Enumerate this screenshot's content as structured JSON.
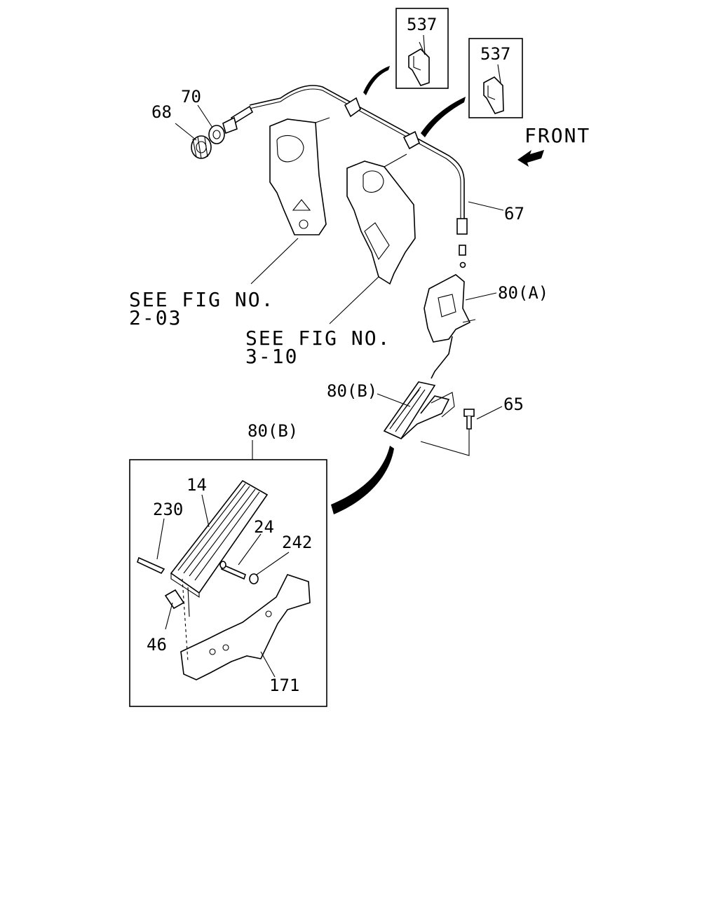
{
  "labels": {
    "p537a": "537",
    "p537b": "537",
    "p70": "70",
    "p68": "68",
    "front": "FRONT",
    "p67": "67",
    "p80a": "80(A)",
    "see1_line1": "SEE FIG NO.",
    "see1_line2": "2-03",
    "see2_line1": "SEE FIG NO.",
    "see2_line2": "3-10",
    "p80b_pedal": "80(B)",
    "p65": "65",
    "p80b_detail": "80(B)",
    "p14": "14",
    "p230": "230",
    "p24": "24",
    "p242": "242",
    "p46": "46",
    "p171": "171"
  },
  "icons": {
    "front_arrow": "arrow-icon"
  }
}
